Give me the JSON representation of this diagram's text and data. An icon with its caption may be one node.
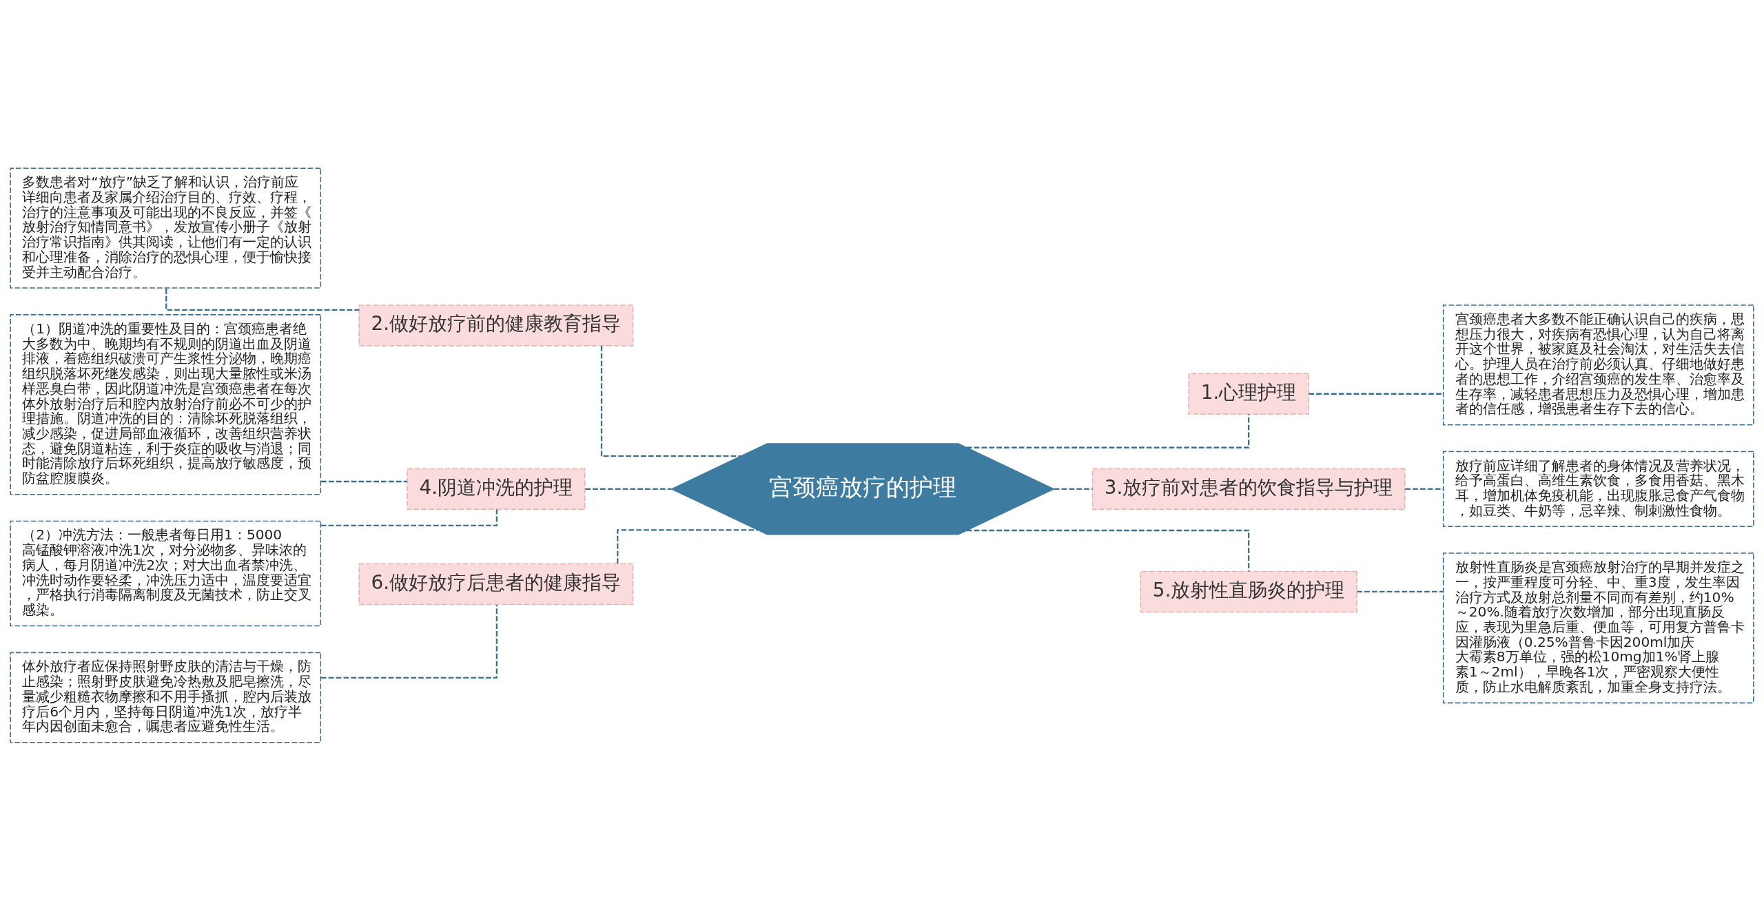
{
  "diagram": {
    "nodes": [
      {
        "text": [
          "宫颈癌放疗的护理"
        ]
      },
      {
        "text": [
          "1.心理护理"
        ]
      },
      {
        "text": [
          "宫颈癌患者大多数不能正确认识自己的疾病，思想压力很大，对疾病有恐惧心理，认为自己将离开这个世界，被家庭及社会淘汰，对生活失去信心。护理人员在治疗前必须认真、仔细地做好患者的思想工作，介绍宫颈癌的发生率、治愈率及生存率，减轻患者思想压力及恐惧心理，增加患者的信任感，增强患者生存下去的信心。"
        ]
      },
      {
        "text": [
          "2.做好放疗前的健康教育指导"
        ]
      },
      {
        "text": [
          "多数患者对“放疗”缺乏了解和认识，治疗前应详细向患者及家属介绍治疗目的、疗效、疗程，治疗的注意事项及可能出现的不良反应，并签《放射治疗知情同意书》，发放宣传小册子《放射治疗常识指南》供其阅读，让他们有一定的认识和心理准备，消除治疗的恐惧心理，便于愉快接受并主动配合治疗。"
        ]
      },
      {
        "text": [
          "3.放疗前对患者的饮食指导与护理"
        ]
      },
      {
        "text": [
          "放疗前应详细了解患者的身体情况及营养状况，给予高蛋白、高维生素饮食，多食用香菇、黑木耳，增加机体免疫机能，出现腹胀忌食产气食物，如豆类、牛奶等，忌辛辣、制刺激性食物。"
        ]
      },
      {
        "text": [
          "4.阴道冲洗的护理"
        ]
      },
      {
        "text": [
          "（1）阴道冲洗的重要性及目的：宫颈癌患者绝大多数为中、晚期均有不规则的阴道出血及阴道排液，着癌组织破溃可产生浆性分泌物，晚期癌组织脱落坏死继发感染，则出现大量脓性或米汤样恶臭白带，因此阴道冲洗是宫颈癌患者在每次体外放射治疗后和腔内放射治疗前必不可少的护理措施。阴道冲洗的目的：清除坏死脱落组织，减少感染，促进局部血液循环，改善组织营养状态，避免阴道粘连，利于炎症的吸收与消退；同时能清除放疗后坏死组织，提高放疗敏感度，预防盆腔腹膜炎。"
        ]
      },
      {
        "text": [
          "（2）冲洗方法：一般患者每日用1：5000高锰酸钾溶液冲洗1次，对分泌物多、异味浓的病人，每月阴道冲洗2次；对大出血者禁冲洗、冲洗时动作要轻柔，冲洗压力适中，温度要适宜，严格执行消毒隔离制度及无菌技术，防止交叉感染。"
        ]
      },
      {
        "text": [
          "5.放射性直肠炎的护理"
        ]
      },
      {
        "text": [
          "放射性直肠炎是宫颈癌放射治疗的早期并发症之一，按严重程度可分轻、中、重3度，发生率因治疗方式及放射总剂量不同而有差别，约10%～20%.随着放疗次数增加，部分出现直肠反应，表现为里急后重、便血等，可用复方普鲁卡因灌肠液（0.25%普鲁卡因200ml加庆大霉素8万单位，强的松10mg加1%肾上腺素1～2ml），早晚各1次，严密观察大便性质，防止水电解质紊乱，加重全身支持疗法。"
        ]
      },
      {
        "text": [
          "6.做好放疗后患者的健康指导"
        ]
      },
      {
        "text": [
          "体外放疗者应保持照射野皮肤的清洁与干燥，防止感染；照射野皮肤避免冷热敷及肥皂擦洗，尽量减少粗糙衣物摩擦和不用手搔抓，腔内后装放疗后6个月内，坚持每日阴道冲洗1次，放疗半年内因创面未愈合，嘱患者应避免性生活。"
        ]
      }
    ],
    "edges": [
      {
        "from": 0,
        "to": 3,
        "arrow": "none"
      },
      {
        "from": 3,
        "to": 4,
        "arrow": "none"
      },
      {
        "from": 0,
        "to": 7,
        "arrow": "none"
      },
      {
        "from": 7,
        "to": 8,
        "arrow": "none"
      },
      {
        "from": 7,
        "to": 9,
        "arrow": "none"
      },
      {
        "from": 0,
        "to": 12,
        "arrow": "none"
      },
      {
        "from": 12,
        "to": 13,
        "arrow": "none"
      },
      {
        "from": 0,
        "to": 1,
        "arrow": "none"
      },
      {
        "from": 1,
        "to": 2,
        "arrow": "none"
      },
      {
        "from": 0,
        "to": 5,
        "arrow": "none"
      },
      {
        "from": 5,
        "to": 6,
        "arrow": "none"
      },
      {
        "from": 0,
        "to": 10,
        "arrow": "none"
      },
      {
        "from": 10,
        "to": 11,
        "arrow": "none"
      }
    ]
  }
}
